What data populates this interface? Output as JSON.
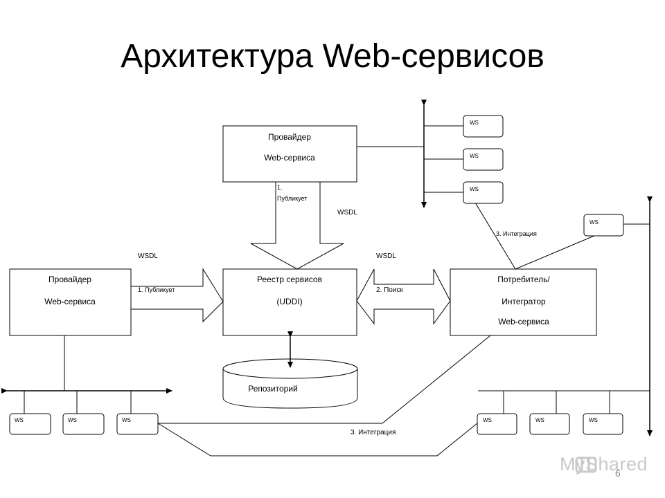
{
  "title": "Архитектура Web-сервисов",
  "page_number": "6",
  "watermark": "MyShared",
  "provider_top": {
    "line1": "Провайдер",
    "line2": "Web-сервиса"
  },
  "provider_left": {
    "line1": "Провайдер",
    "line2": "Web-сервиса"
  },
  "registry": {
    "line1": "Реестр сервисов",
    "line2": "(UDDI)"
  },
  "consumer": {
    "line1": "Потребитель/",
    "line2": "Интегратор",
    "line3": "Web-сервиса"
  },
  "repository": "Репозиторий",
  "ws_label": "WS",
  "labels": {
    "publish_top_1": "1.",
    "publish_top_2": "Публикует",
    "wsdl_top": "WSDL",
    "wsdl_left": "WSDL",
    "wsdl_right": "WSDL",
    "publish_left": "1. Публикует",
    "search": "2. Поиск",
    "integration_top": "3. Интеграция",
    "integration_bottom": "3. Интеграция"
  }
}
